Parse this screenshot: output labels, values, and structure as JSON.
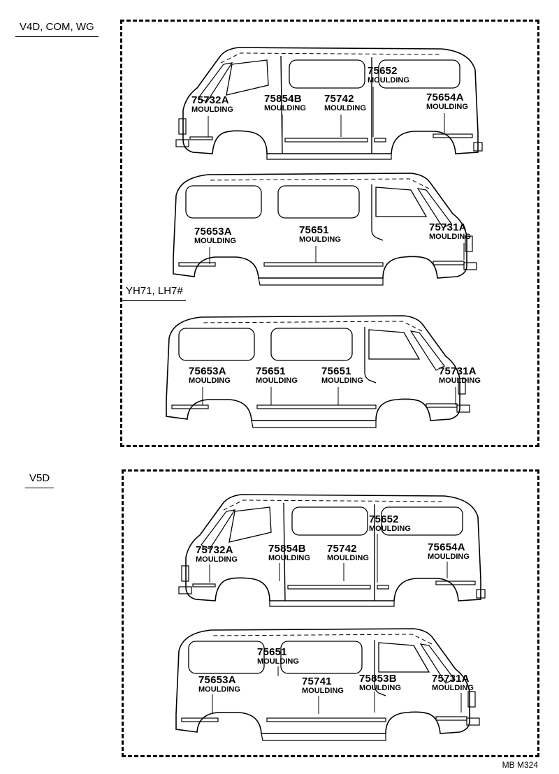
{
  "groups": [
    {
      "label": "V4D, COM, WG"
    },
    {
      "label": "YH71, LH7#"
    },
    {
      "label": "V5D"
    }
  ],
  "vans": [
    {
      "view": "left-side",
      "callouts": [
        {
          "part_no": "75732A",
          "name": "MOULDING"
        },
        {
          "part_no": "75854B",
          "name": "MOULDING"
        },
        {
          "part_no": "75742",
          "name": "MOULDING"
        },
        {
          "part_no": "75652",
          "name": "MOULDING"
        },
        {
          "part_no": "75654A",
          "name": "MOULDING"
        }
      ]
    },
    {
      "view": "right-side",
      "callouts": [
        {
          "part_no": "75653A",
          "name": "MOULDING"
        },
        {
          "part_no": "75651",
          "name": "MOULDING"
        },
        {
          "part_no": "75731A",
          "name": "MOULDING"
        }
      ]
    },
    {
      "view": "right-side",
      "callouts": [
        {
          "part_no": "75653A",
          "name": "MOULDING"
        },
        {
          "part_no": "75651",
          "name": "MOULDING"
        },
        {
          "part_no": "75651",
          "name": "MOULDING"
        },
        {
          "part_no": "75731A",
          "name": "MOULDING"
        }
      ]
    },
    {
      "view": "left-side",
      "callouts": [
        {
          "part_no": "75732A",
          "name": "MOULDING"
        },
        {
          "part_no": "75854B",
          "name": "MOULDING"
        },
        {
          "part_no": "75742",
          "name": "MOULDING"
        },
        {
          "part_no": "75652",
          "name": "MOULDING"
        },
        {
          "part_no": "75654A",
          "name": "MOULDING"
        }
      ]
    },
    {
      "view": "right-side",
      "callouts": [
        {
          "part_no": "75651",
          "name": "MOULDING"
        },
        {
          "part_no": "75653A",
          "name": "MOULDING"
        },
        {
          "part_no": "75741",
          "name": "MOULDING"
        },
        {
          "part_no": "75853B",
          "name": "MOULDING"
        },
        {
          "part_no": "75731A",
          "name": "MOULDING"
        }
      ]
    }
  ],
  "footer": "MB  M324"
}
